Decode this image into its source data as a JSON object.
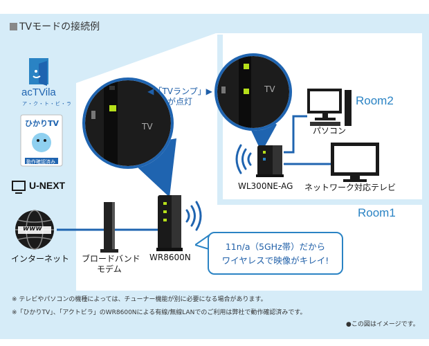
{
  "title": "TVモードの接続例",
  "services": {
    "actvila_logo": "acTVila",
    "actvila_kana": "ア・ク・ト・ビ・ラ",
    "hikaritv_logo": "ひかりTV",
    "hikaritv_badge": "動作確認済み",
    "unext_logo": "U-NEXT"
  },
  "devices": {
    "internet": "インターネット",
    "internet_globe": "www",
    "modem_line1": "ブロードバンド",
    "modem_line2": "モデム",
    "wr8600n": "WR8600N",
    "wl300ne": "WL300NE-AG",
    "pc": "パソコン",
    "network_tv": "ネットワーク対応テレビ",
    "zoom_tv_label": "TV"
  },
  "rooms": {
    "room1": "Room1",
    "room2": "Room2"
  },
  "callouts": {
    "tv_lamp_line1": "◀「TVランプ」▶",
    "tv_lamp_line2": "が点灯",
    "wireless_line1": "11n/a（5GHz帯）だから",
    "wireless_line2": "ワイヤレスで映像がキレイ!"
  },
  "notes": {
    "note1": "※ テレビやパソコンの機種によっては、チューナー機能が別に必要になる場合があります。",
    "note2": "※「ひかりTV」、「アクトビラ」のWR8600Nによる有線/無線LANでのご利用は弊社で動作確認済みです。",
    "image_note": "●この図はイメージです。"
  },
  "colors": {
    "background_panel": "#d6ecf8",
    "house": "#ffffff",
    "line": "#1f64b0",
    "accent_text": "#2a83c4",
    "lamp": "#b6e01a"
  }
}
